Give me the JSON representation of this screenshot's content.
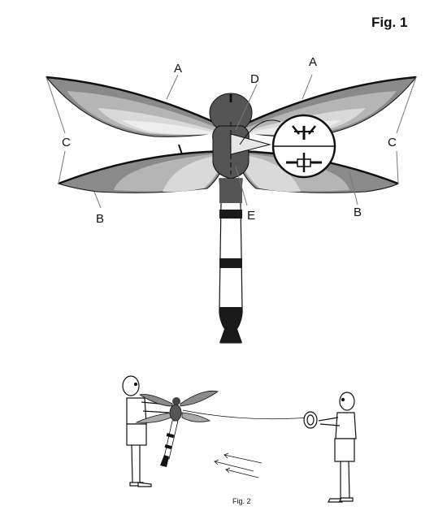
{
  "figure1": {
    "title": "Fig. 1",
    "labels": {
      "upper_wing_left": "A",
      "upper_wing_right": "A",
      "lower_wing_left": "B",
      "lower_wing_right": "B",
      "wing_tip_left": "C",
      "wing_tip_right": "C",
      "head_spar": "D",
      "body_joint": "E"
    }
  },
  "figure2": {
    "caption": "Fig. 2"
  },
  "colors": {
    "wing_dark": "#8a8a8a",
    "wing_mid": "#b5b5b5",
    "wing_light": "#d9d9d9",
    "wing_pale": "#ededed",
    "body": "#555555",
    "stripe": "#1a1a1a",
    "outline": "#111111"
  }
}
